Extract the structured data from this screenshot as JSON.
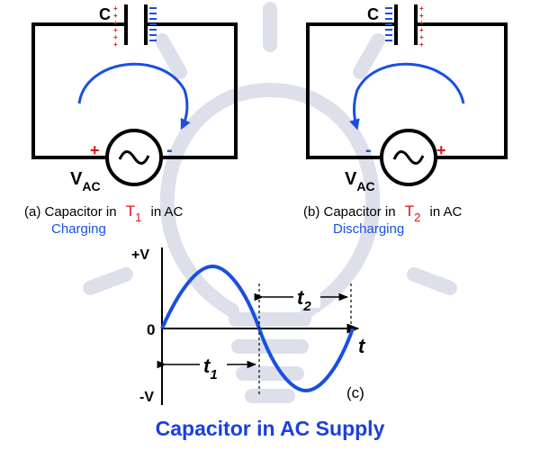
{
  "colors": {
    "wire": "#000000",
    "arrow": "#1a4fe0",
    "plus": "#e01010",
    "minus": "#1a4fe0",
    "positive_charge": "#e01010",
    "negative_charge": "#1a4fe0",
    "title": "#1a3fe0",
    "watermark": "#dde0ea",
    "waveform": "#1a4fe0"
  },
  "circuit_a": {
    "cap_label": "C",
    "plus_sign": "+",
    "minus_sign": "-",
    "source_label_main": "V",
    "source_label_sub": "AC",
    "caption_prefix": "(a) Capacitor in",
    "caption_time_main": "T",
    "caption_time_sub": "1",
    "caption_suffix": "in AC",
    "state": "Charging"
  },
  "circuit_b": {
    "cap_label": "C",
    "plus_sign": "+",
    "minus_sign": "-",
    "source_label_main": "V",
    "source_label_sub": "AC",
    "caption_prefix": "(b) Capacitor in",
    "caption_time_main": "T",
    "caption_time_sub": "2",
    "caption_suffix": "in AC",
    "state": "Discharging"
  },
  "waveform": {
    "label_plus_v": "+V",
    "label_zero": "0",
    "label_minus_v": "-V",
    "axis_label": "t",
    "interval1_main": "t",
    "interval1_sub": "1",
    "interval2_main": "t",
    "interval2_sub": "2",
    "panel_label": "(c)"
  },
  "title": "Capacitor in AC Supply"
}
